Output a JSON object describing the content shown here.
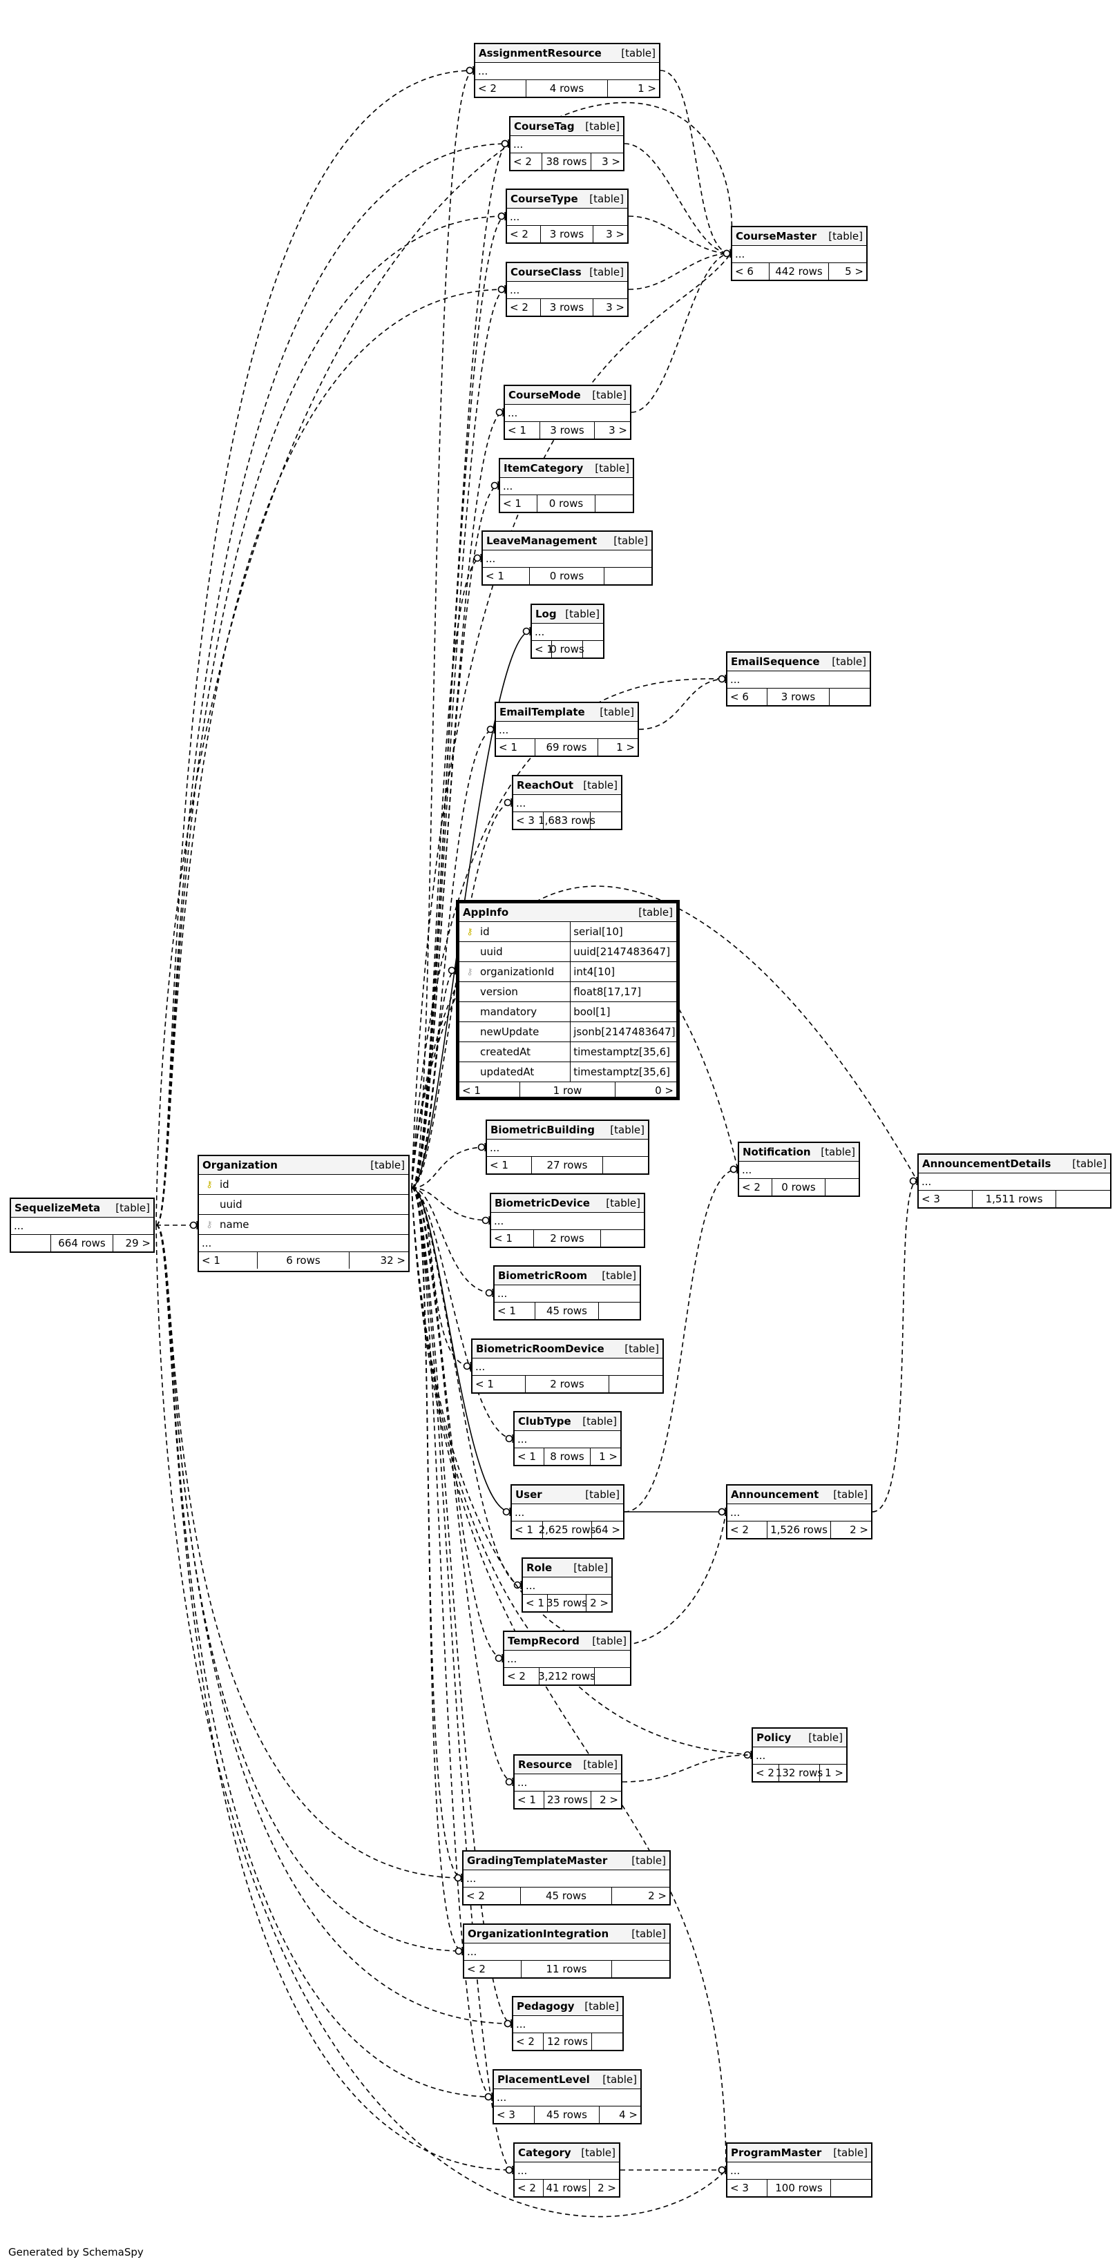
{
  "footer": "Generated by SchemaSpy",
  "labels": {
    "table_kind": "[table]",
    "ellipsis": "..."
  },
  "focus_table": {
    "name": "AppInfo",
    "kind": "[table]",
    "columns": [
      {
        "name": "id",
        "type": "serial[10]",
        "key": "primary-key-icon"
      },
      {
        "name": "uuid",
        "type": "uuid[2147483647]",
        "key": ""
      },
      {
        "name": "organizationId",
        "type": "int4[10]",
        "key": "foreign-key-icon"
      },
      {
        "name": "version",
        "type": "float8[17,17]",
        "key": ""
      },
      {
        "name": "mandatory",
        "type": "bool[1]",
        "key": ""
      },
      {
        "name": "newUpdate",
        "type": "jsonb[2147483647]",
        "key": ""
      },
      {
        "name": "createdAt",
        "type": "timestamptz[35,6]",
        "key": ""
      },
      {
        "name": "updatedAt",
        "type": "timestamptz[35,6]",
        "key": ""
      }
    ],
    "footer": {
      "parents": "< 1",
      "rows": "1 row",
      "children": "0 >"
    }
  },
  "organization_table": {
    "name": "Organization",
    "kind": "[table]",
    "columns": [
      {
        "name": "id",
        "key": "primary-key-icon"
      },
      {
        "name": "uuid",
        "key": ""
      },
      {
        "name": "name",
        "key": "foreign-key-icon"
      }
    ],
    "footer": {
      "parents": "< 1",
      "rows": "6 rows",
      "children": "32 >"
    }
  },
  "tables": [
    {
      "id": "assignmentresource",
      "name": "AssignmentResource",
      "parents": "< 2",
      "rows": "4 rows",
      "children": "1 >"
    },
    {
      "id": "coursetag",
      "name": "CourseTag",
      "parents": "< 2",
      "rows": "38 rows",
      "children": "3 >"
    },
    {
      "id": "coursetype",
      "name": "CourseType",
      "parents": "< 2",
      "rows": "3 rows",
      "children": "3 >"
    },
    {
      "id": "courseclass",
      "name": "CourseClass",
      "parents": "< 2",
      "rows": "3 rows",
      "children": "3 >"
    },
    {
      "id": "coursemaster",
      "name": "CourseMaster",
      "parents": "< 6",
      "rows": "442 rows",
      "children": "5 >"
    },
    {
      "id": "coursemode",
      "name": "CourseMode",
      "parents": "< 1",
      "rows": "3 rows",
      "children": "3 >"
    },
    {
      "id": "itemcategory",
      "name": "ItemCategory",
      "parents": "< 1",
      "rows": "0 rows",
      "children": ""
    },
    {
      "id": "leavemanagement",
      "name": "LeaveManagement",
      "parents": "< 1",
      "rows": "0 rows",
      "children": ""
    },
    {
      "id": "log",
      "name": "Log",
      "parents": "< 1",
      "rows": "0 rows",
      "children": ""
    },
    {
      "id": "emailsequence",
      "name": "EmailSequence",
      "parents": "< 6",
      "rows": "3 rows",
      "children": ""
    },
    {
      "id": "emailtemplate",
      "name": "EmailTemplate",
      "parents": "< 1",
      "rows": "69 rows",
      "children": "1 >"
    },
    {
      "id": "reachout",
      "name": "ReachOut",
      "parents": "< 3",
      "rows": "1,683 rows",
      "children": ""
    },
    {
      "id": "biometricbuilding",
      "name": "BiometricBuilding",
      "parents": "< 1",
      "rows": "27 rows",
      "children": ""
    },
    {
      "id": "notification",
      "name": "Notification",
      "parents": "< 2",
      "rows": "0 rows",
      "children": ""
    },
    {
      "id": "announcementdetails",
      "name": "AnnouncementDetails",
      "parents": "< 3",
      "rows": "1,511 rows",
      "children": ""
    },
    {
      "id": "sequelizemeta",
      "name": "SequelizeMeta",
      "parents": "",
      "rows": "664 rows",
      "children": "29 >"
    },
    {
      "id": "biometricdevice",
      "name": "BiometricDevice",
      "parents": "< 1",
      "rows": "2 rows",
      "children": ""
    },
    {
      "id": "biometricroom",
      "name": "BiometricRoom",
      "parents": "< 1",
      "rows": "45 rows",
      "children": ""
    },
    {
      "id": "biometricroomdevice",
      "name": "BiometricRoomDevice",
      "parents": "< 1",
      "rows": "2 rows",
      "children": ""
    },
    {
      "id": "clubtype",
      "name": "ClubType",
      "parents": "< 1",
      "rows": "8 rows",
      "children": "1 >"
    },
    {
      "id": "user",
      "name": "User",
      "parents": "< 1",
      "rows": "2,625 rows",
      "children": "64 >"
    },
    {
      "id": "announcement",
      "name": "Announcement",
      "parents": "< 2",
      "rows": "1,526 rows",
      "children": "2 >"
    },
    {
      "id": "role",
      "name": "Role",
      "parents": "< 1",
      "rows": "35 rows",
      "children": "2 >"
    },
    {
      "id": "temprecord",
      "name": "TempRecord",
      "parents": "< 2",
      "rows": "3,212 rows",
      "children": ""
    },
    {
      "id": "policy",
      "name": "Policy",
      "parents": "< 2",
      "rows": "132 rows",
      "children": "1 >"
    },
    {
      "id": "resource",
      "name": "Resource",
      "parents": "< 1",
      "rows": "23 rows",
      "children": "2 >"
    },
    {
      "id": "gradingtemplatemaster",
      "name": "GradingTemplateMaster",
      "parents": "< 2",
      "rows": "45 rows",
      "children": "2 >"
    },
    {
      "id": "organizationintegration",
      "name": "OrganizationIntegration",
      "parents": "< 2",
      "rows": "11 rows",
      "children": ""
    },
    {
      "id": "pedagogy",
      "name": "Pedagogy",
      "parents": "< 2",
      "rows": "12 rows",
      "children": ""
    },
    {
      "id": "placementlevel",
      "name": "PlacementLevel",
      "parents": "< 3",
      "rows": "45 rows",
      "children": "4 >"
    },
    {
      "id": "category",
      "name": "Category",
      "parents": "< 2",
      "rows": "41 rows",
      "children": "2 >"
    },
    {
      "id": "programmaster",
      "name": "ProgramMaster",
      "parents": "< 3",
      "rows": "100 rows",
      "children": ""
    }
  ]
}
